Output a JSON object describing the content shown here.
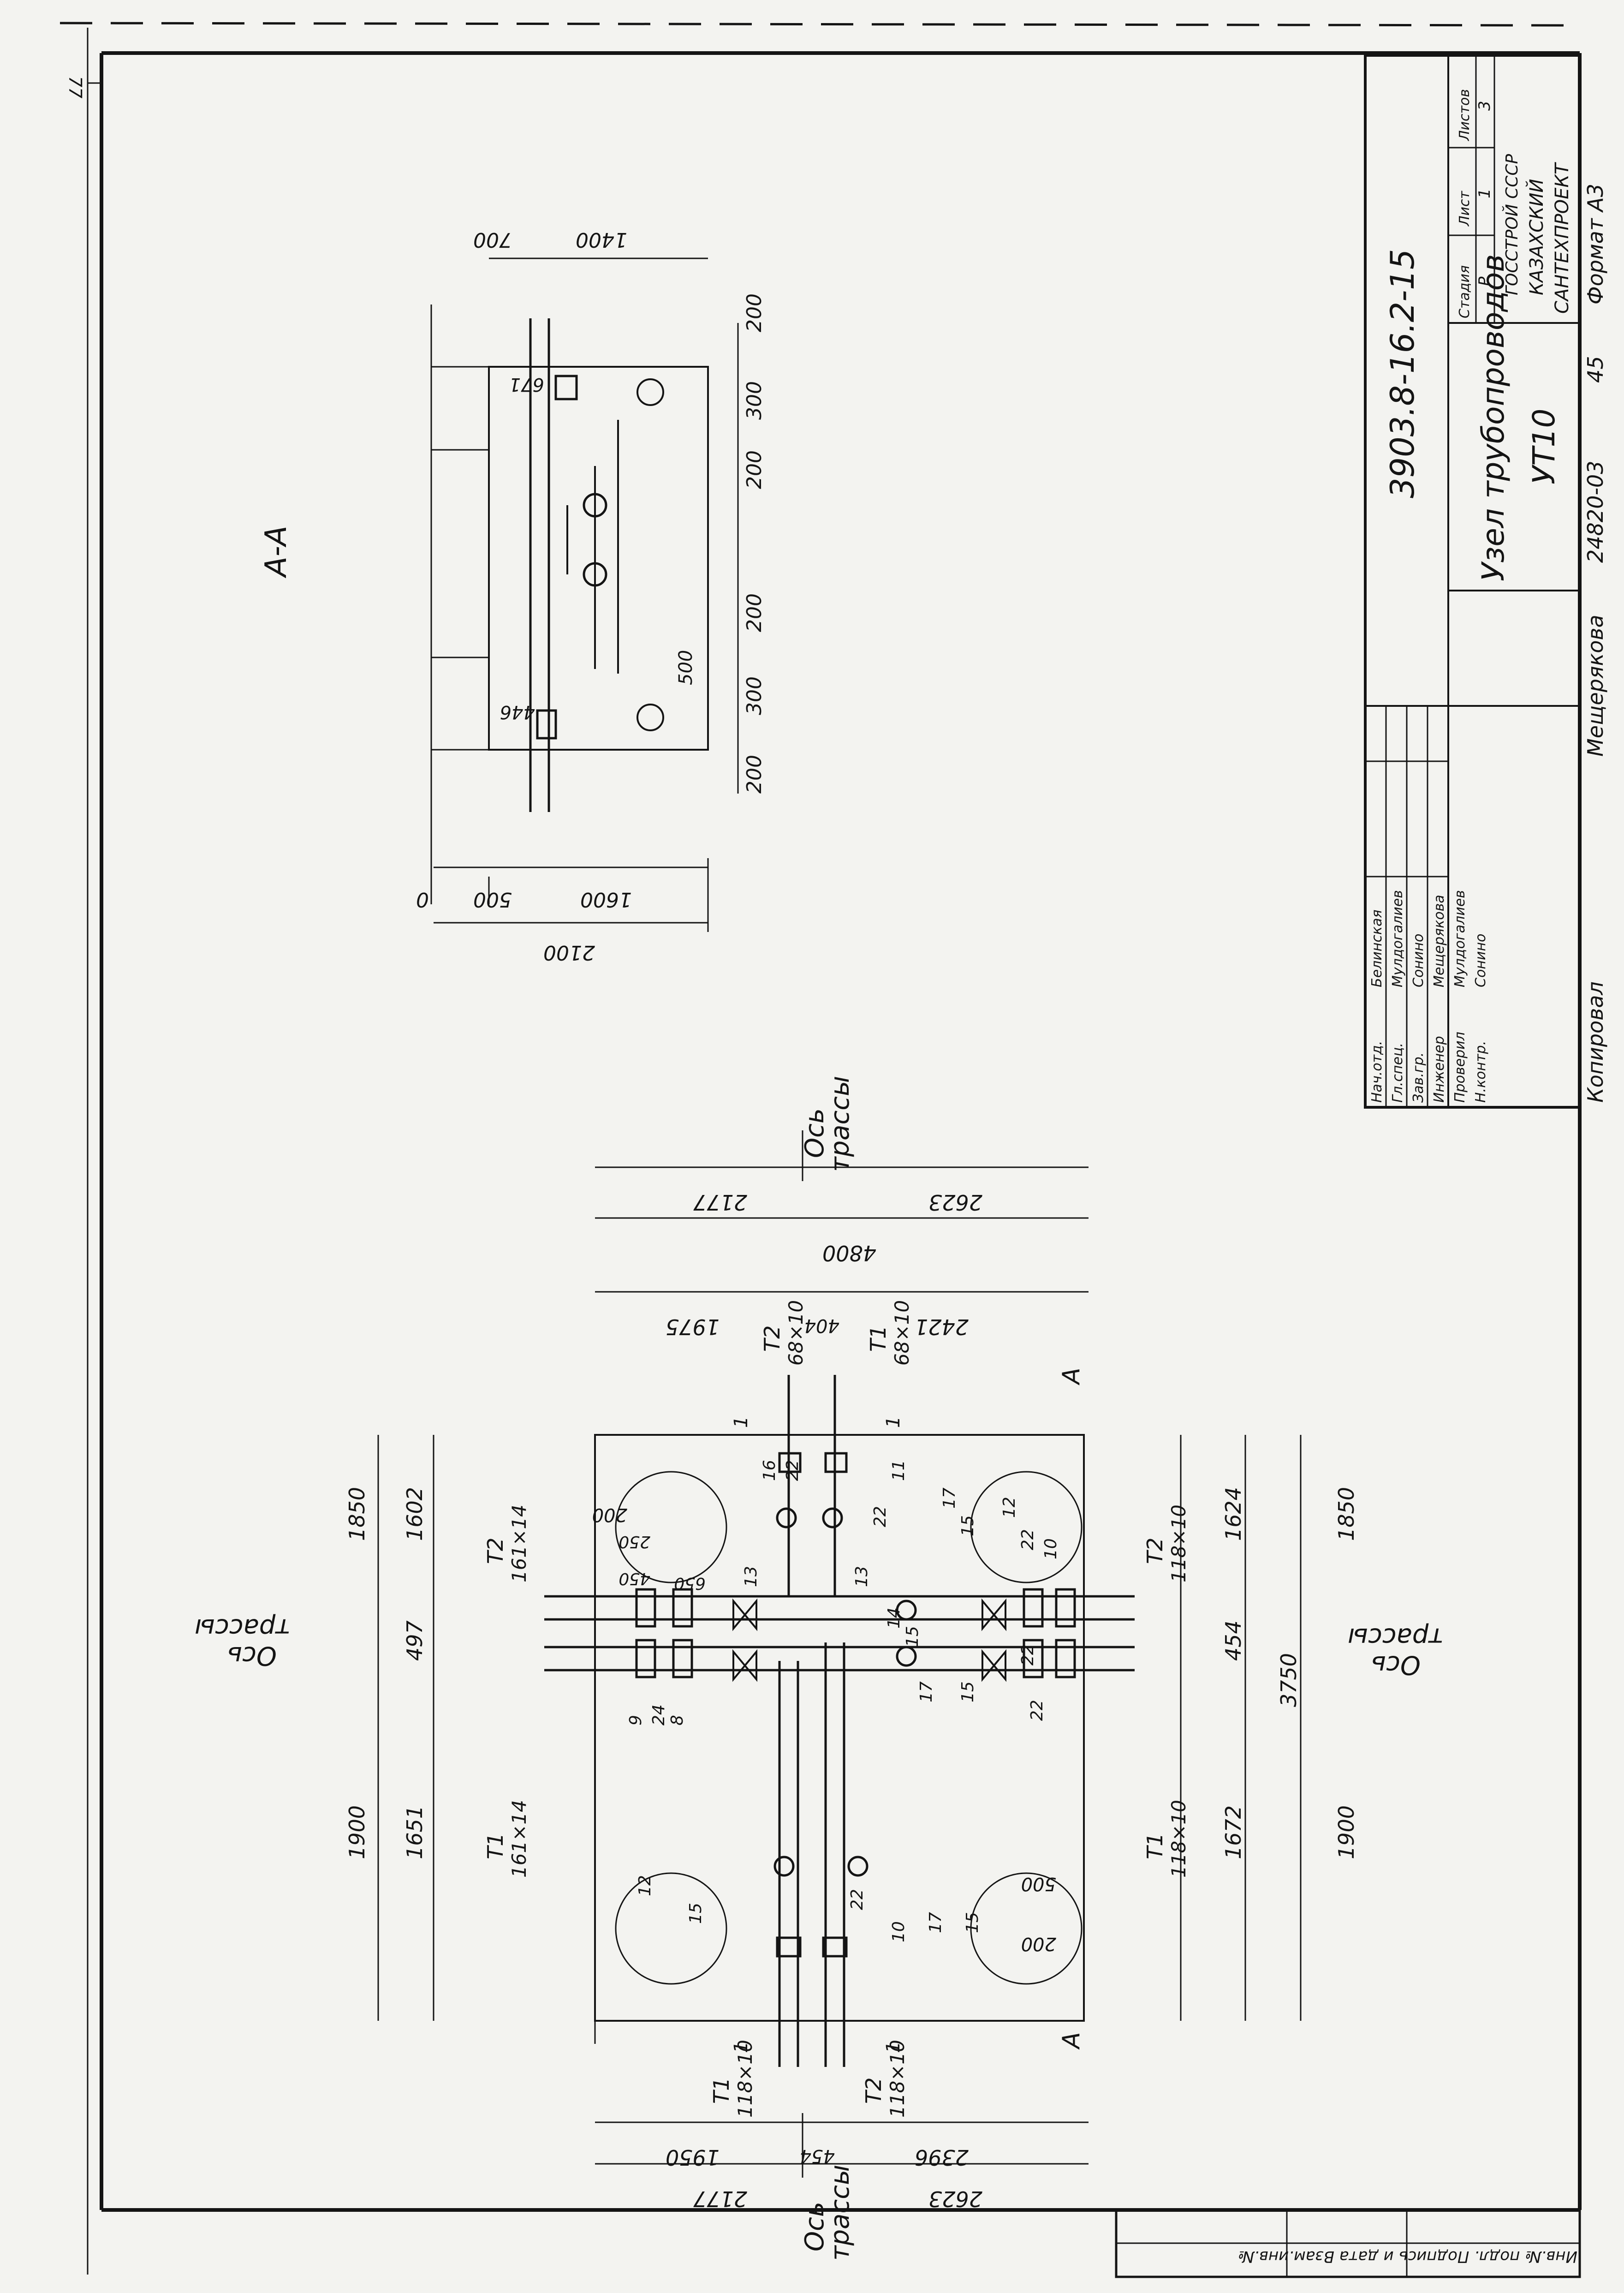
{
  "sheet": {
    "corner_mark": "77",
    "format": "Формат А3"
  },
  "title_block": {
    "designation": "3903.8-16.2-15",
    "title_line1": "Узел трубопроводов",
    "title_line2": "УТ10",
    "stage_header": "Стадия",
    "sheet_header": "Лист",
    "sheets_header": "Листов",
    "stage": "Р",
    "sheet": "1",
    "sheets": "3",
    "org1": "ГОССТРОЙ СССР",
    "org2": "КАЗАХСКИЙ",
    "org3": "САНТЕХПРОЕКТ",
    "copied_label": "Копировал",
    "copied_by": "Мещерякова",
    "number": "24820-03",
    "number2": "45",
    "staff": [
      {
        "role": "Нач.отд.",
        "name": "Белинская"
      },
      {
        "role": "Гл.спец.",
        "name": "Мулдогалиев"
      },
      {
        "role": "Зав.гр.",
        "name": "Сонино"
      },
      {
        "role": "Инженер",
        "name": "Мещерякова"
      },
      {
        "role": "Проверил",
        "name": "Мулдогалиев"
      },
      {
        "role": "Н.контр.",
        "name": "Сонино"
      }
    ]
  },
  "side_strip": "Инв.№ подл. Подпись и дата Взам.инв.№",
  "section": {
    "title": "А-А",
    "dims_top": [
      "700",
      "1400"
    ],
    "dims_right": [
      "200",
      "300",
      "200",
      "200",
      "300",
      "200"
    ],
    "dims_bottom": [
      "0",
      "500",
      "1600",
      "2100"
    ],
    "labels": [
      "671",
      "446",
      "500"
    ]
  },
  "plan": {
    "axis_label1": "Ось",
    "axis_label2": "трассы",
    "dims_top1": [
      "2177",
      "2623"
    ],
    "dims_top2": "4800",
    "dims_top3": [
      "1975",
      "404",
      "2421"
    ],
    "dims_bottom1": [
      "1950",
      "454",
      "2396"
    ],
    "dims_bottom2": [
      "2177",
      "2623"
    ],
    "dims_left1": [
      "1850",
      "1900"
    ],
    "dims_left2": [
      "1602",
      "497",
      "1651"
    ],
    "dims_right1": [
      "1624",
      "454",
      "1672"
    ],
    "dims_right2": [
      "1850",
      "3750",
      "1900"
    ],
    "section_mark": "А",
    "cut_mark": "1",
    "pipes": [
      {
        "name": "Т2",
        "size": "68×10"
      },
      {
        "name": "Т1",
        "size": "68×10"
      },
      {
        "name": "Т2",
        "size": "161×14"
      },
      {
        "name": "Т1",
        "size": "161×14"
      },
      {
        "name": "Т2",
        "size": "118×10"
      },
      {
        "name": "Т1",
        "size": "118×10"
      },
      {
        "name": "Т1",
        "size": "118×10"
      },
      {
        "name": "Т2",
        "size": "118×10"
      }
    ],
    "callouts": [
      "16",
      "22",
      "11",
      "22",
      "17",
      "15",
      "12",
      "22",
      "10",
      "13",
      "13",
      "14",
      "15",
      "22",
      "17",
      "15",
      "9",
      "24",
      "8",
      "12",
      "15",
      "22",
      "10",
      "17",
      "15",
      "22"
    ],
    "inner_dims": [
      "200",
      "250",
      "450",
      "650",
      "500",
      "200"
    ]
  }
}
